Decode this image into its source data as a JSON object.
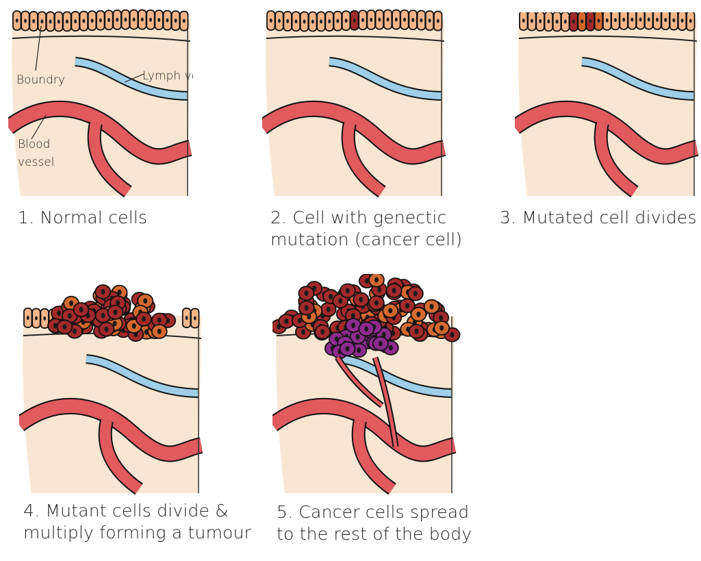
{
  "labels": {
    "boundary": "Boundry",
    "lymph": "Lymph vessel",
    "blood_line1": "Blood",
    "blood_line2": "vessel"
  },
  "captions": [
    {
      "line1": "1. Normal cells",
      "line2": ""
    },
    {
      "line1": "2. Cell with genectic",
      "line2": "mutation (cancer cell)"
    },
    {
      "line1": "3. Mutated cell divides",
      "line2": ""
    },
    {
      "line1": "4. Mutant cells divide &",
      "line2": "multiply forming a tumour"
    },
    {
      "line1": "5. Cancer cells spread",
      "line2": "to the rest of the body"
    }
  ],
  "colors": {
    "tissue": "#f9e6d2",
    "cell": "#f6b68a",
    "lymph": "#9fcfe8",
    "blood": "#e05a5e",
    "mutant_dark": "#a32a2a",
    "mutant_orange": "#d4692f",
    "spread": "#8e2b8e"
  }
}
